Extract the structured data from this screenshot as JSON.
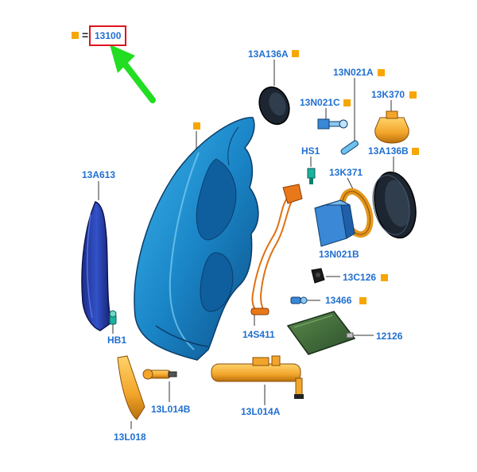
{
  "colors": {
    "label_blue": "#1f6fd1",
    "marker_orange": "#f7a600",
    "highlight_red": "#e0141e",
    "arrow_green": "#22dd22",
    "part_blue": "#1a86c8",
    "part_navy": "#2a3ea6",
    "part_orange": "#f2a52a",
    "part_dark_green": "#3a6a3a"
  },
  "icons": {
    "legend_marker": "orange-square-icon",
    "pointer": "green-arrow-icon"
  },
  "header": {
    "assembly_code": "13100",
    "equals_sign": "="
  },
  "labels": {
    "p13A136A": "13A136A",
    "p13N021A": "13N021A",
    "p13N021C": "13N021C",
    "p13K370": "13K370",
    "p13A136B": "13A136B",
    "pHS1": "HS1",
    "p13K371": "13K371",
    "p13A613": "13A613",
    "p13N021B": "13N021B",
    "p13C126": "13C126",
    "p13466": "13466",
    "pHB1": "HB1",
    "p14S411": "14S411",
    "p12126": "12126",
    "p13L014B": "13L014B",
    "p13L014A": "13L014A",
    "p13L018": "13L018"
  }
}
